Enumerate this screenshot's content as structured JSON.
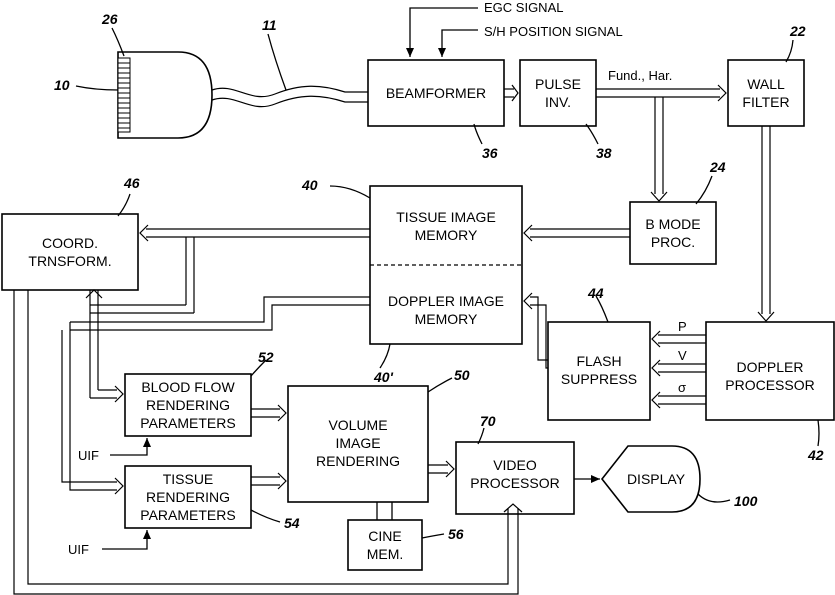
{
  "signals": {
    "egc": "EGC SIGNAL",
    "sh_position": "S/H POSITION SIGNAL",
    "fund_har": "Fund., Har.",
    "p": "P",
    "v": "V",
    "sigma": "σ",
    "uif_1": "UIF",
    "uif_2": "UIF"
  },
  "blocks": {
    "beamformer": [
      "BEAMFORMER"
    ],
    "pulse_inv": [
      "PULSE",
      "INV."
    ],
    "wall_filter": [
      "WALL",
      "FILTER"
    ],
    "b_mode": [
      "B MODE",
      "PROC."
    ],
    "tissue_memory": [
      "TISSUE IMAGE",
      "MEMORY"
    ],
    "doppler_memory": [
      "DOPPLER IMAGE",
      "MEMORY"
    ],
    "coord": [
      "COORD.",
      "TRNSFORM."
    ],
    "flash": [
      "FLASH",
      "SUPPRESS"
    ],
    "doppler_proc": [
      "DOPPLER",
      "PROCESSOR"
    ],
    "blood_flow": [
      "BLOOD FLOW",
      "RENDERING",
      "PARAMETERS"
    ],
    "tissue_render": [
      "TISSUE",
      "RENDERING",
      "PARAMETERS"
    ],
    "volume": [
      "VOLUME",
      "IMAGE",
      "RENDERING"
    ],
    "video": [
      "VIDEO",
      "PROCESSOR"
    ],
    "display": [
      "DISPLAY"
    ],
    "cine": [
      "CINE",
      "MEM."
    ]
  },
  "refs": {
    "r10": "10",
    "r26": "26",
    "r11": "11",
    "r22": "22",
    "r36": "36",
    "r38": "38",
    "r24": "24",
    "r40": "40",
    "r40p": "40'",
    "r46": "46",
    "r44": "44",
    "r42": "42",
    "r52": "52",
    "r50": "50",
    "r70": "70",
    "r54": "54",
    "r56": "56",
    "r100": "100"
  }
}
